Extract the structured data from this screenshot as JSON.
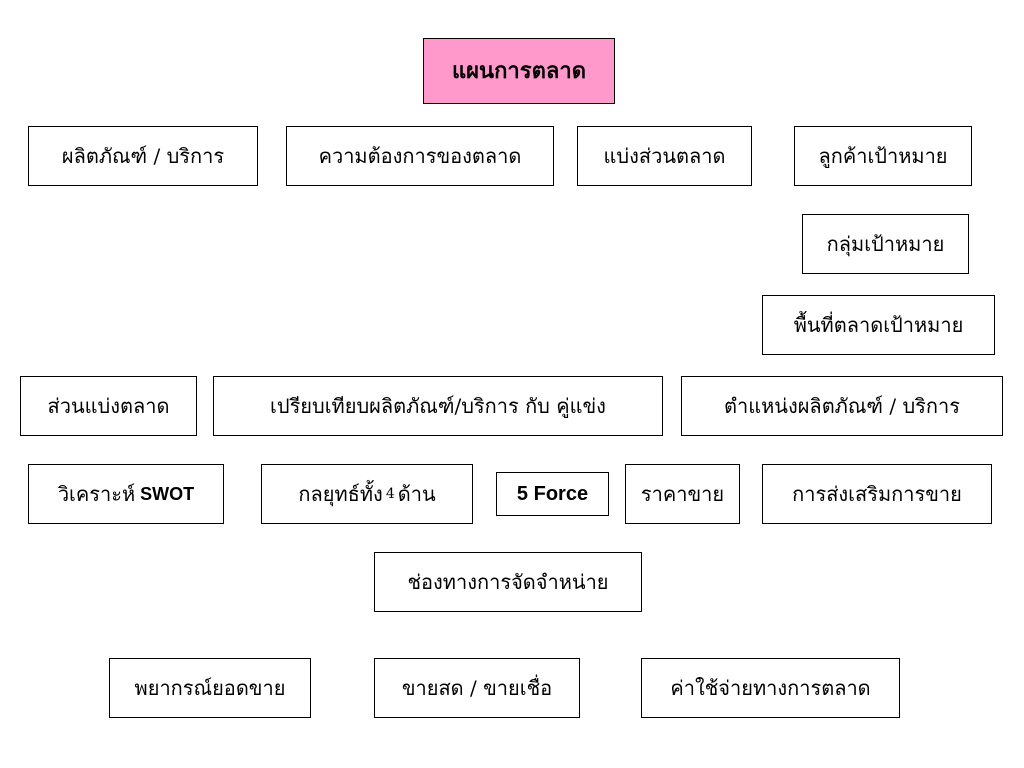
{
  "title": "แผนการตลาด",
  "row1": {
    "product_service": "ผลิตภัณฑ์ / บริการ",
    "market_needs": "ความต้องการของตลาด",
    "segmentation": "แบ่งส่วนตลาด",
    "target_customers": "ลูกค้าเป้าหมาย"
  },
  "target_group": "กลุ่มเป้าหมาย",
  "target_area": "พื้นที่ตลาดเป้าหมาย",
  "row4": {
    "market_share": "ส่วนแบ่งตลาด",
    "compare_competitors": "เปรียบเทียบผลิตภัณฑ์/บริการ กับ คู่แข่ง",
    "positioning": "ตำแหน่งผลิตภัณฑ์ / บริการ"
  },
  "row5": {
    "swot_prefix": "วิเคราะห์",
    "swot_suffix": "SWOT",
    "strategy_prefix": "กลยุทธ์ทั้ง",
    "strategy_number": "4",
    "strategy_suffix": "ด้าน",
    "five_force": "5 Force",
    "price": "ราคาขาย",
    "promotion": "การส่งเสริมการขาย"
  },
  "distribution": "ช่องทางการจัดจำหน่าย",
  "row7": {
    "sales_forecast": "พยากรณ์ยอดขาย",
    "cash_credit": "ขายสด / ขายเชื่อ",
    "marketing_expense": "ค่าใช้จ่ายทางการตลาด"
  }
}
